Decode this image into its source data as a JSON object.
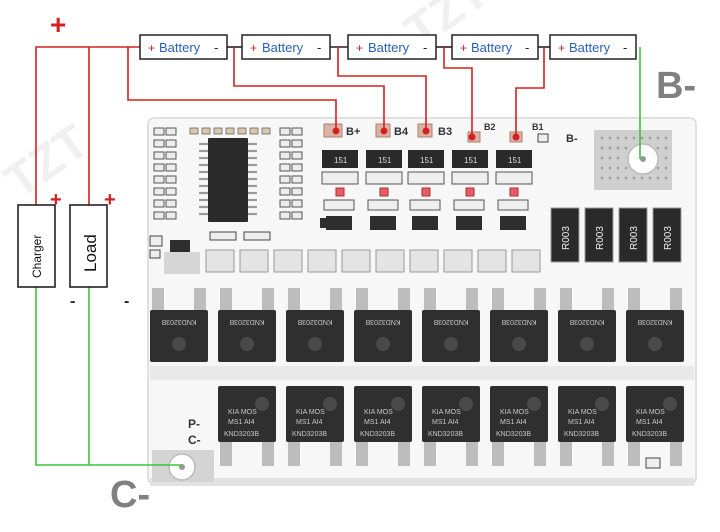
{
  "wiring": {
    "plus_mark": "+",
    "minus_mark": "-",
    "wire_red": "#d42020",
    "wire_green": "#3cc43c",
    "wire_black": "#222222"
  },
  "batteries": [
    {
      "label": "Battery",
      "plus": "+",
      "minus": "-"
    },
    {
      "label": "Battery",
      "plus": "+",
      "minus": "-"
    },
    {
      "label": "Battery",
      "plus": "+",
      "minus": "-"
    },
    {
      "label": "Battery",
      "plus": "+",
      "minus": "-"
    },
    {
      "label": "Battery",
      "plus": "+",
      "minus": "-"
    }
  ],
  "devices": {
    "charger": {
      "label": "Charger",
      "plus": "+",
      "minus": "-"
    },
    "load": {
      "label": "Load",
      "plus": "+",
      "minus": "-"
    }
  },
  "terminals": {
    "b_minus_big": "B-",
    "c_minus_big": "C-"
  },
  "board": {
    "pads": [
      "B+",
      "B4",
      "B3",
      "B2",
      "B1"
    ],
    "b_minus": "B-",
    "p_minus": "P-",
    "c_minus": "C-",
    "resistor_label": "R003",
    "fuse_label": "151",
    "mosfet_lines": [
      "KIA MOS",
      "MS1 AI4",
      "KND3203B"
    ]
  },
  "watermark": "TZT"
}
